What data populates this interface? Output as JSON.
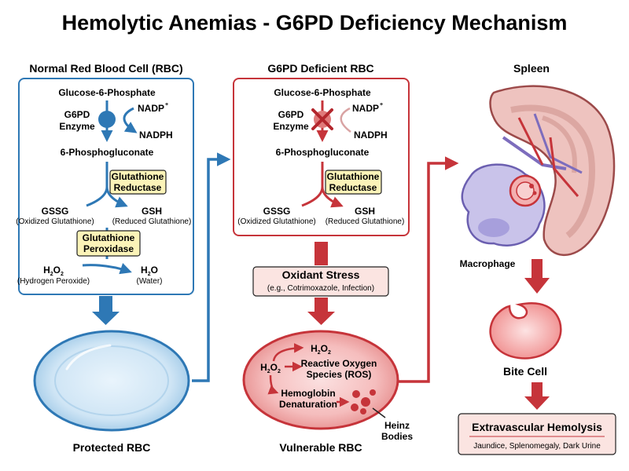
{
  "title": "Hemolytic Anemias - G6PD Deficiency Mechanism",
  "normal": {
    "heading": "Normal Red Blood Cell (RBC)",
    "g6p": "Glucose-6-Phosphate",
    "enzyme_1": "G6PD",
    "enzyme_2": "Enzyme",
    "nadp": "NADP",
    "nadp_sup": "+",
    "nadph": "NADPH",
    "pg": "6-Phosphogluconate",
    "gr_1": "Glutathione",
    "gr_2": "Reductase",
    "gssg": "GSSG",
    "gssg_sub": "(Oxidized Glutathione)",
    "gsh": "GSH",
    "gsh_sub": "(Reduced Glutathione)",
    "gp_1": "Glutathione",
    "gp_2": "Peroxidase",
    "h2o2_h": "H",
    "h2o2_s1": "2",
    "h2o2_o": "O",
    "h2o2_s2": "2",
    "h2o2_sub": "(Hydrogen Peroxide)",
    "h2o_h": "H",
    "h2o_s": "2",
    "h2o_o": "O",
    "h2o_sub": "(Water)",
    "cell_label": "Protected RBC"
  },
  "deficient": {
    "heading": "G6PD Deficient RBC",
    "g6p": "Glucose-6-Phosphate",
    "enzyme_1": "G6PD",
    "enzyme_2": "Enzyme",
    "nadp": "NADP",
    "nadp_sup": "+",
    "nadph": "NADPH",
    "pg": "6-Phosphogluconate",
    "gr_1": "Glutathione",
    "gr_2": "Reductase",
    "gssg": "GSSG",
    "gssg_sub": "(Oxidized Glutathione)",
    "gsh": "GSH",
    "gsh_sub": "(Reduced Glutathione)",
    "stress_title": "Oxidant Stress",
    "stress_sub": "(e.g., Cotrimoxazole, Infection)",
    "cell_h2o2_h": "H",
    "cell_h2o2_s1": "2",
    "cell_h2o2_o": "O",
    "cell_h2o2_s2": "2",
    "left_h2o2_h": "H",
    "left_h2o2_s1": "2",
    "left_h2o2_o": "O",
    "left_h2o2_s2": "2",
    "ros_1": "Reactive Oxygen",
    "ros_2": "Species (ROS)",
    "hb_1": "Hemoglobin",
    "hb_2": "Denaturation",
    "heinz_1": "Heinz",
    "heinz_2": "Bodies",
    "cell_label": "Vulnerable RBC"
  },
  "spleen": {
    "heading": "Spleen",
    "macrophage": "Macrophage",
    "bite_cell": "Bite Cell",
    "ev_title": "Extravascular Hemolysis",
    "ev_sub": "Jaundice, Splenomegaly, Dark Urine"
  },
  "colors": {
    "blue": "#2e78b5",
    "red": "#c6343a",
    "yellow_fill": "#fbf3b8",
    "cell_blue": "#d4e8f6",
    "cell_red": "#f3b6b6"
  }
}
